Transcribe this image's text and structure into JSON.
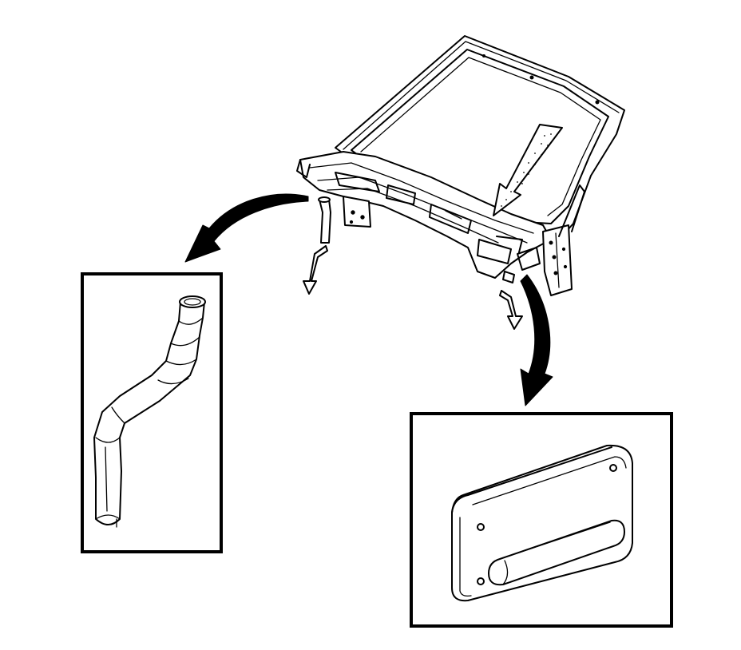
{
  "diagram": {
    "parts": [
      {
        "id": "windshield-frame",
        "icon": "windshield-frame-assembly"
      },
      {
        "id": "drain-hose",
        "icon": "curved-hose"
      },
      {
        "id": "plate-with-grommet",
        "icon": "mounting-plate"
      }
    ],
    "colors": {
      "line": "#000000",
      "background": "#ffffff",
      "fill": "#ffffff"
    }
  }
}
